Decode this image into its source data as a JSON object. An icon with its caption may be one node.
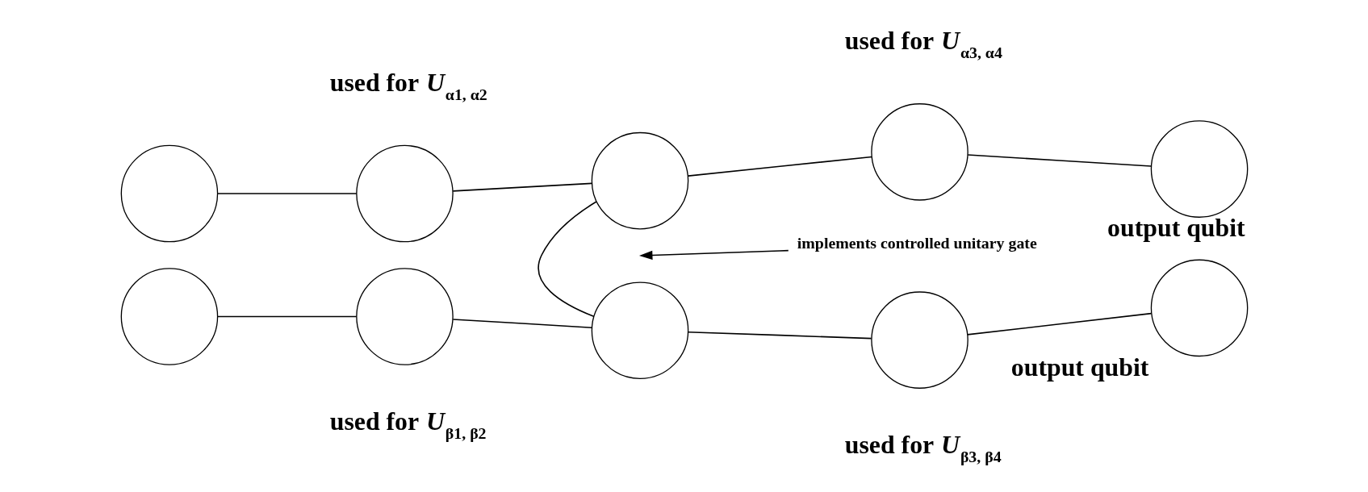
{
  "diagram": {
    "nodes": [
      {
        "text": [],
        "shape": "circle"
      },
      {
        "text": [],
        "shape": "circle"
      },
      {
        "text": [],
        "shape": "circle"
      },
      {
        "text": [],
        "shape": "circle"
      },
      {
        "text": [],
        "shape": "circle",
        "beside": [
          "output qubit"
        ]
      },
      {
        "text": [],
        "shape": "circle"
      },
      {
        "text": [],
        "shape": "circle"
      },
      {
        "text": [],
        "shape": "circle"
      },
      {
        "text": [],
        "shape": "circle"
      },
      {
        "text": [],
        "shape": "circle",
        "beside": [
          "output qubit"
        ]
      },
      {
        "text": [
          "implements controlled unitary gate"
        ]
      }
    ],
    "edges": [
      {
        "from": 0,
        "to": 1,
        "arrow": "none"
      },
      {
        "from": 1,
        "to": 2,
        "arrow": "none"
      },
      {
        "from": 2,
        "to": 3,
        "arrow": "none"
      },
      {
        "from": 3,
        "to": 4,
        "arrow": "none"
      },
      {
        "from": 5,
        "to": 6,
        "arrow": "none"
      },
      {
        "from": 6,
        "to": 7,
        "arrow": "none"
      },
      {
        "from": 7,
        "to": 8,
        "arrow": "none"
      },
      {
        "from": 8,
        "to": 9,
        "arrow": "none"
      },
      {
        "from": 2,
        "to": 7,
        "arrow": "none"
      },
      {
        "from": 10,
        "to": null,
        "arrow": "to"
      }
    ],
    "labels": [
      "used for *U*$_{α1, α2}$",
      "used for *U*$_{α3, α4}$",
      "used for *U*$_{β1, β2}$",
      "used for *U*$_{β3, β4}$"
    ]
  }
}
